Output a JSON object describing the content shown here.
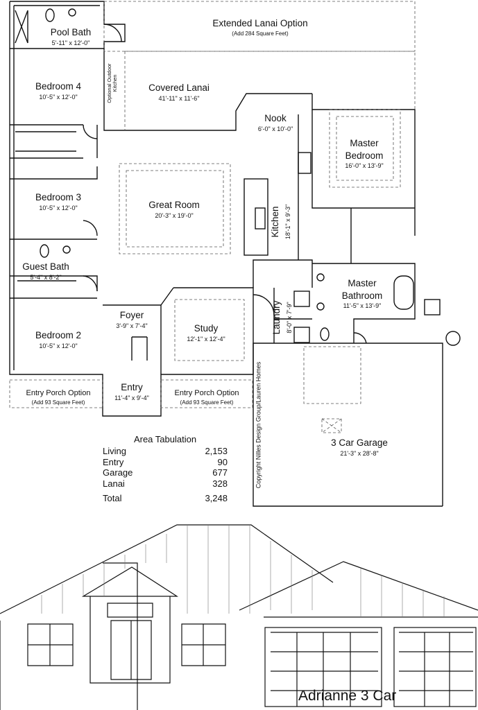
{
  "rooms": {
    "extended_lanai": {
      "name": "Extended Lanai Option",
      "note": "(Add 284 Square Feet)"
    },
    "pool_bath": {
      "name": "Pool Bath",
      "dim": "5'-11\" x 12'-0\""
    },
    "bedroom4": {
      "name": "Bedroom 4",
      "dim": "10'-5\" x 12'-0\""
    },
    "outdoor_kitchen": {
      "line1": "Optional Outdoor",
      "line2": "Kitchen"
    },
    "covered_lanai": {
      "name": "Covered Lanai",
      "dim": "41'-11\" x 11'-6\""
    },
    "nook": {
      "name": "Nook",
      "dim": "6'-0\" x 10'-0\""
    },
    "master_bedroom": {
      "line1": "Master",
      "line2": "Bedroom",
      "dim": "16'-0\" x 13'-9\""
    },
    "bedroom3": {
      "name": "Bedroom 3",
      "dim": "10'-5\" x 12'-0\""
    },
    "great_room": {
      "name": "Great Room",
      "dim": "20'-3\" x 19'-0\""
    },
    "kitchen": {
      "name": "Kitchen",
      "dim": "18'-1\" x 9'-3\""
    },
    "guest_bath": {
      "name": "Guest Bath",
      "dim": "5'-4\" x 8'-2\""
    },
    "master_bathroom": {
      "line1": "Master",
      "line2": "Bathroom",
      "dim": "11'-5\" x 13'-9\""
    },
    "foyer": {
      "name": "Foyer",
      "dim": "3'-9\" x 7'-4\""
    },
    "study": {
      "name": "Study",
      "dim": "12'-1\" x 12'-4\""
    },
    "laundry": {
      "name": "Laundry",
      "dim": "8'-0\" x 7'-9\""
    },
    "bedroom2": {
      "name": "Bedroom 2",
      "dim": "10'-5\" x 12'-0\""
    },
    "entry_porch_left": {
      "name": "Entry Porch Option",
      "note": "(Add 93 Square Feet)"
    },
    "entry": {
      "name": "Entry",
      "dim": "11'-4\" x 9'-4\""
    },
    "entry_porch_right": {
      "name": "Entry Porch Option",
      "note": "(Add 93 Square Feet)"
    },
    "garage": {
      "name": "3 Car Garage",
      "dim": "21'-3\" x 28'-8\""
    }
  },
  "copyright": "Copyright Nilles Design Group/Lauren Homes",
  "area_tabulation": {
    "title": "Area Tabulation",
    "rows": [
      {
        "label": "Living",
        "value": "2,153"
      },
      {
        "label": "Entry",
        "value": "90"
      },
      {
        "label": "Garage",
        "value": "677"
      },
      {
        "label": "Lanai",
        "value": "328"
      }
    ],
    "total": {
      "label": "Total",
      "value": "3,248"
    }
  },
  "plan_name": "Adrianne 3 Car",
  "colors": {
    "line": "#111111",
    "dashed": "#555555",
    "background": "#ffffff"
  }
}
